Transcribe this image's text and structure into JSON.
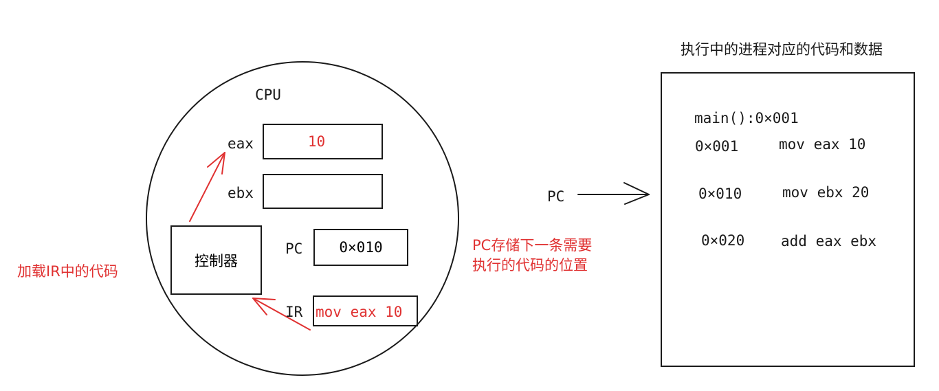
{
  "colors": {
    "stroke": "#1a1a1a",
    "accent_red": "#e03131",
    "background": "#ffffff"
  },
  "cpu": {
    "title": "CPU",
    "registers": {
      "eax_label": "eax",
      "eax_value": "10",
      "ebx_label": "ebx",
      "ebx_value": "",
      "pc_label": "PC",
      "pc_value": "0×010",
      "ir_label": "IR",
      "ir_value": "mov eax 10"
    },
    "controller_label": "控制器"
  },
  "annotations": {
    "load_ir": "加载IR中的代码",
    "pc_note_line1": "PC存储下一条需要",
    "pc_note_line2": "执行的代码的位置"
  },
  "pointer": {
    "label": "PC"
  },
  "memory": {
    "title": "执行中的进程对应的代码和数据",
    "header": "main():0×001",
    "rows": [
      {
        "address": "0×001",
        "instruction": "mov eax 10"
      },
      {
        "address": "0×010",
        "instruction": "mov ebx 20"
      },
      {
        "address": "0×020",
        "instruction": "add eax ebx"
      }
    ]
  }
}
